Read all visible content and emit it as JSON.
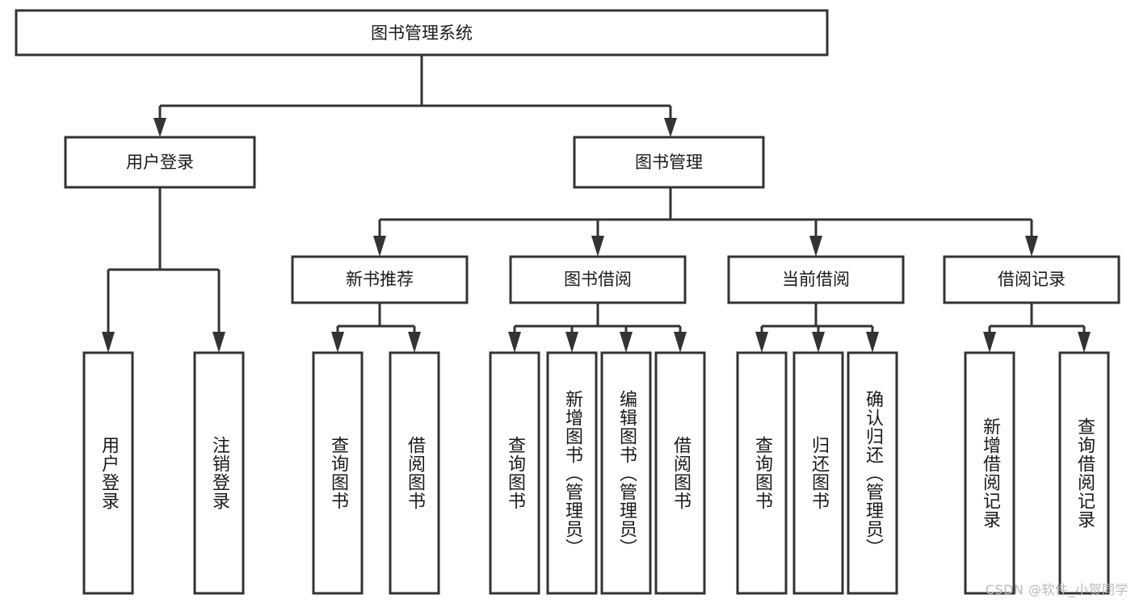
{
  "diagram": {
    "type": "tree",
    "title": "图书管理系统",
    "watermark": "CSDN @软件_小贺同学",
    "colors": {
      "box_stroke": "#333333",
      "box_fill": "#ffffff",
      "text": "#1a1a1a",
      "background": "#ffffff",
      "watermark": "#b9b9b9"
    },
    "nodes": {
      "root": {
        "label": "图书管理系统"
      },
      "level2": [
        {
          "id": "user-login",
          "label": "用户登录"
        },
        {
          "id": "book-manage",
          "label": "图书管理"
        }
      ],
      "level3": [
        {
          "id": "new-book-recommend",
          "label": "新书推荐"
        },
        {
          "id": "book-borrow",
          "label": "图书借阅"
        },
        {
          "id": "current-borrow",
          "label": "当前借阅"
        },
        {
          "id": "borrow-record",
          "label": "借阅记录"
        }
      ],
      "leaves": {
        "user_login": [
          {
            "id": "leaf-user-login",
            "label": "用户登录"
          },
          {
            "id": "leaf-logout-login",
            "label": "注销登录"
          }
        ],
        "new_book_recommend": [
          {
            "id": "leaf-query-book-1",
            "label": "查询图书"
          },
          {
            "id": "leaf-borrow-book-1",
            "label": "借阅图书"
          }
        ],
        "book_borrow": [
          {
            "id": "leaf-query-book-2",
            "label": "查询图书"
          },
          {
            "id": "leaf-add-book",
            "label": "新增图书（管理员）"
          },
          {
            "id": "leaf-edit-book",
            "label": "编辑图书（管理员）"
          },
          {
            "id": "leaf-borrow-book-2",
            "label": "借阅图书"
          }
        ],
        "current_borrow": [
          {
            "id": "leaf-query-book-3",
            "label": "查询图书"
          },
          {
            "id": "leaf-return-book",
            "label": "归还图书"
          },
          {
            "id": "leaf-confirm-return",
            "label": "确认归还（管理员）"
          }
        ],
        "borrow_record": [
          {
            "id": "leaf-add-record",
            "label": "新增借阅记录"
          },
          {
            "id": "leaf-query-record",
            "label": "查询借阅记录"
          }
        ]
      }
    }
  }
}
